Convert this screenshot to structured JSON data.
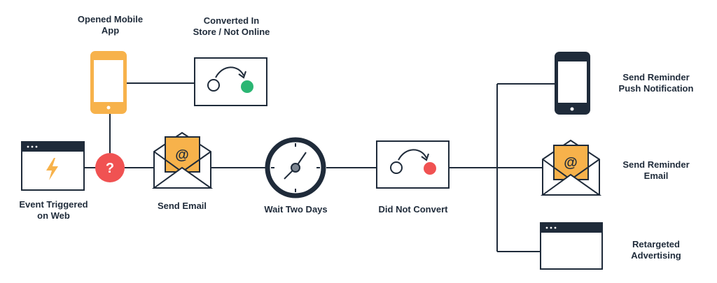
{
  "labels": {
    "opened_mobile_app_l1": "Opened Mobile",
    "opened_mobile_app_l2": "App",
    "converted_in_store_l1": "Converted In",
    "converted_in_store_l2": "Store / Not Online",
    "event_triggered_l1": "Event Triggered",
    "event_triggered_l2": "on Web",
    "send_email": "Send Email",
    "wait_two_days": "Wait Two Days",
    "did_not_convert": "Did Not Convert",
    "push_notification_l1": "Send Reminder",
    "push_notification_l2": "Push Notification",
    "reminder_email_l1": "Send Reminder",
    "reminder_email_l2": "Email",
    "retargeted_l1": "Retargeted",
    "retargeted_l2": "Advertising"
  },
  "symbols": {
    "question": "?",
    "at": "@",
    "window_dots": "• • •"
  },
  "icons": {
    "phone_orange": "mobile-phone-icon",
    "phone_dark": "mobile-phone-icon",
    "browser_window": "browser-window-icon",
    "lightning": "lightning-bolt-icon",
    "question_mark": "question-mark-icon",
    "envelope": "email-envelope-icon",
    "clock": "clock-icon",
    "conversion_flow": "conversion-flow-icon"
  },
  "colors": {
    "line": "#1f2b3a",
    "orange": "#f7b24b",
    "red": "#f05252",
    "green": "#2bb673"
  }
}
